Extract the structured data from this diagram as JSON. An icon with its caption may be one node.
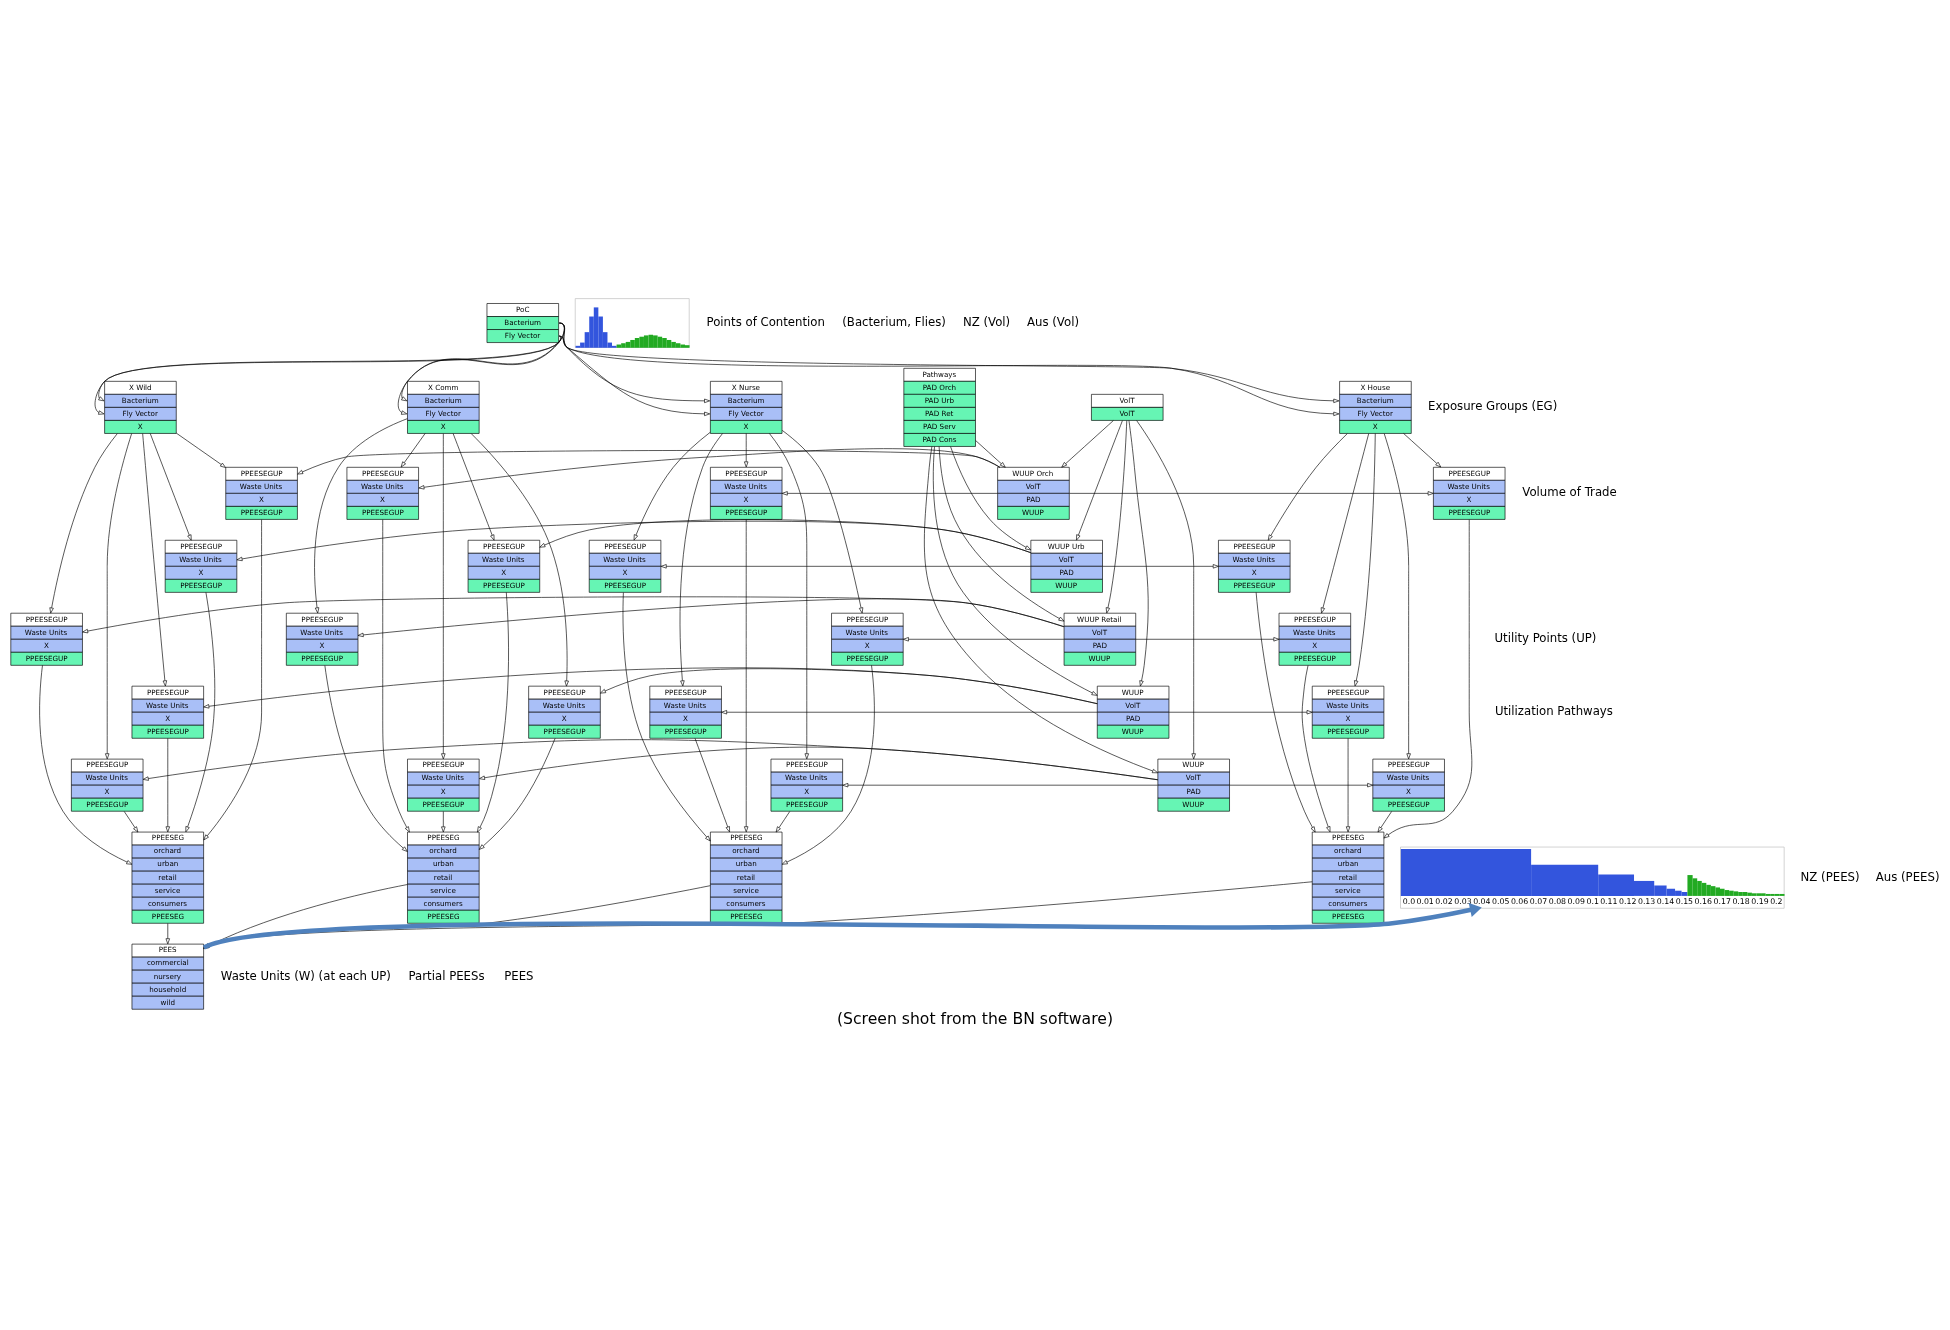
{
  "diagram": {
    "caption": "(Screen shot from the BN software)",
    "nodes": [
      {
        "text": [
          "PoC",
          "Bacterium",
          "Fly Vector"
        ]
      },
      {
        "text": [
          "X Comm",
          "Bacterium",
          "Fly Vector",
          "X"
        ]
      },
      {
        "text": [
          "X Nurse",
          "Bacterium",
          "Fly Vector",
          "X"
        ]
      },
      {
        "text": [
          "X House",
          "Bacterium",
          "Fly Vector",
          "X"
        ]
      },
      {
        "text": [
          "X Wild",
          "Bacterium",
          "Fly Vector",
          "X"
        ]
      },
      {
        "text": [],
        "shape": "picture"
      },
      {
        "text": [
          "VolT",
          "VolT"
        ]
      },
      {
        "text": [
          "Pathways",
          "PAD Orch",
          "PAD Urb",
          "PAD Ret",
          "PAD Serv",
          "PAD Cons"
        ]
      },
      {
        "text": [
          "WUUP Orch",
          "VolT",
          "PAD",
          "WUUP"
        ]
      },
      {
        "text": [
          "WUUP Urb",
          "VolT",
          "PAD",
          "WUUP"
        ]
      },
      {
        "text": [
          "WUUP Retail",
          "VolT",
          "PAD",
          "WUUP"
        ]
      },
      {
        "text": [
          "WUUP",
          "VolT",
          "PAD",
          "WUUP"
        ]
      },
      {
        "text": [
          "WUUP",
          "VolT",
          "PAD",
          "WUUP"
        ]
      },
      {
        "text": [
          "PPEESEGUP",
          "Waste Units",
          "X",
          "PPEESEGUP"
        ]
      },
      {
        "text": [
          "PPEESEGUP",
          "Waste Units",
          "X",
          "PPEESEGUP"
        ]
      },
      {
        "text": [
          "PPEESEGUP",
          "Waste Units",
          "X",
          "PPEESEGUP"
        ]
      },
      {
        "text": [
          "PPEESEGUP",
          "Waste Units",
          "X",
          "PPEESEGUP"
        ]
      },
      {
        "text": [
          "PPEESEGUP",
          "Waste Units",
          "X",
          "PPEESEGUP"
        ]
      },
      {
        "text": [
          "PPEESEGUP",
          "Waste Units",
          "X",
          "PPEESEGUP"
        ]
      },
      {
        "text": [
          "PPEESEGUP",
          "Waste Units",
          "X",
          "PPEESEGUP"
        ]
      },
      {
        "text": [
          "PPEESEGUP",
          "Waste Units",
          "X",
          "PPEESEGUP"
        ]
      },
      {
        "text": [
          "PPEESEGUP",
          "Waste Units",
          "X",
          "PPEESEGUP"
        ]
      },
      {
        "text": [
          "PPEESEGUP",
          "Waste Units",
          "X",
          "PPEESEGUP"
        ]
      },
      {
        "text": [
          "PPEESEGUP",
          "Waste Units",
          "X",
          "PPEESEGUP"
        ]
      },
      {
        "text": [
          "PPEESEGUP",
          "Waste Units",
          "X",
          "PPEESEGUP"
        ]
      },
      {
        "text": [
          "PPEESEGUP",
          "Waste Units",
          "X",
          "PPEESEGUP"
        ]
      },
      {
        "text": [
          "PPEESEGUP",
          "Waste Units",
          "X",
          "PPEESEGUP"
        ]
      },
      {
        "text": [
          "PPEESEGUP",
          "Waste Units",
          "X",
          "PPEESEGUP"
        ]
      },
      {
        "text": [
          "PPEESEGUP",
          "Waste Units",
          "X",
          "PPEESEGUP"
        ]
      },
      {
        "text": [
          "PPEESEGUP",
          "Waste Units",
          "X",
          "PPEESEGUP"
        ]
      },
      {
        "text": [
          "PPEESEGUP",
          "Waste Units",
          "X",
          "PPEESEGUP"
        ]
      },
      {
        "text": [
          "PPEESEGUP",
          "Waste Units",
          "X",
          "PPEESEGUP"
        ]
      },
      {
        "text": [
          "PPEESEGUP",
          "Waste Units",
          "X",
          "PPEESEGUP"
        ]
      },
      {
        "text": [
          "0.0",
          "0.01",
          "0.02",
          "0.03",
          "0.04",
          "0.05",
          "0.06",
          "0.07",
          "0.08",
          "0.09",
          "0.1",
          "0.11",
          "0.12",
          "0.13",
          "0.14",
          "0.15",
          "0.16",
          "0.17",
          "0.18",
          "0.19",
          "0.2"
        ]
      },
      {
        "text": [
          "PPEESEG",
          "orchard",
          "urban",
          "retail",
          "service",
          "consumers",
          "PPEESEG"
        ]
      },
      {
        "text": [
          "PPEESEG",
          "orchard",
          "urban",
          "retail",
          "service",
          "consumers",
          "PPEESEG"
        ]
      },
      {
        "text": [
          "PPEESEG",
          "orchard",
          "urban",
          "retail",
          "service",
          "consumers",
          "PPEESEG"
        ]
      },
      {
        "text": [
          "PPEESEG",
          "orchard",
          "urban",
          "retail",
          "service",
          "consumers",
          "PPEESEG"
        ]
      },
      {
        "text": [
          "PEES",
          "commercial",
          "nursery",
          "household",
          "wild"
        ]
      }
    ],
    "edges": [
      {
        "from": 0,
        "to": 1,
        "arrow": "to"
      },
      {
        "from": 0,
        "to": 1,
        "arrow": "to"
      },
      {
        "from": 0,
        "to": 2,
        "arrow": "to"
      },
      {
        "from": 0,
        "to": 2,
        "arrow": "to"
      },
      {
        "from": 0,
        "to": 3,
        "arrow": "to"
      },
      {
        "from": 0,
        "to": 3,
        "arrow": "to"
      },
      {
        "from": 0,
        "to": 4,
        "arrow": "to"
      },
      {
        "from": 0,
        "to": 4,
        "arrow": "to"
      },
      {
        "from": 6,
        "to": 8,
        "arrow": "to"
      },
      {
        "from": 6,
        "to": 9,
        "arrow": "to"
      },
      {
        "from": 6,
        "to": 10,
        "arrow": "to"
      },
      {
        "from": 6,
        "to": 11,
        "arrow": "to"
      },
      {
        "from": 6,
        "to": 12,
        "arrow": "to"
      },
      {
        "from": 7,
        "to": 8,
        "arrow": "to"
      },
      {
        "from": 7,
        "to": 9,
        "arrow": "to"
      },
      {
        "from": 7,
        "to": 10,
        "arrow": "to"
      },
      {
        "from": 7,
        "to": 11,
        "arrow": "to"
      },
      {
        "from": 7,
        "to": 12,
        "arrow": "to"
      },
      {
        "from": 8,
        "to": 13,
        "arrow": "to"
      },
      {
        "from": 8,
        "to": 14,
        "arrow": "to"
      },
      {
        "from": 8,
        "to": 15,
        "arrow": "to"
      },
      {
        "from": 8,
        "to": 16,
        "arrow": "to"
      },
      {
        "from": 9,
        "to": 17,
        "arrow": "to"
      },
      {
        "from": 9,
        "to": 18,
        "arrow": "to"
      },
      {
        "from": 9,
        "to": 19,
        "arrow": "to"
      },
      {
        "from": 9,
        "to": 20,
        "arrow": "to"
      },
      {
        "from": 10,
        "to": 21,
        "arrow": "to"
      },
      {
        "from": 10,
        "to": 22,
        "arrow": "to"
      },
      {
        "from": 10,
        "to": 23,
        "arrow": "to"
      },
      {
        "from": 10,
        "to": 24,
        "arrow": "to"
      },
      {
        "from": 11,
        "to": 25,
        "arrow": "to"
      },
      {
        "from": 11,
        "to": 26,
        "arrow": "to"
      },
      {
        "from": 11,
        "to": 27,
        "arrow": "to"
      },
      {
        "from": 11,
        "to": 28,
        "arrow": "to"
      },
      {
        "from": 12,
        "to": 29,
        "arrow": "to"
      },
      {
        "from": 12,
        "to": 30,
        "arrow": "to"
      },
      {
        "from": 12,
        "to": 31,
        "arrow": "to"
      },
      {
        "from": 12,
        "to": 32,
        "arrow": "to"
      },
      {
        "from": 1,
        "to": 13,
        "arrow": "to"
      },
      {
        "from": 1,
        "to": 17,
        "arrow": "to"
      },
      {
        "from": 1,
        "to": 21,
        "arrow": "to"
      },
      {
        "from": 1,
        "to": 25,
        "arrow": "to"
      },
      {
        "from": 1,
        "to": 29,
        "arrow": "to"
      },
      {
        "from": 2,
        "to": 14,
        "arrow": "to"
      },
      {
        "from": 2,
        "to": 18,
        "arrow": "to"
      },
      {
        "from": 2,
        "to": 22,
        "arrow": "to"
      },
      {
        "from": 2,
        "to": 26,
        "arrow": "to"
      },
      {
        "from": 2,
        "to": 30,
        "arrow": "to"
      },
      {
        "from": 3,
        "to": 15,
        "arrow": "to"
      },
      {
        "from": 3,
        "to": 19,
        "arrow": "to"
      },
      {
        "from": 3,
        "to": 23,
        "arrow": "to"
      },
      {
        "from": 3,
        "to": 27,
        "arrow": "to"
      },
      {
        "from": 3,
        "to": 31,
        "arrow": "to"
      },
      {
        "from": 4,
        "to": 16,
        "arrow": "to"
      },
      {
        "from": 4,
        "to": 20,
        "arrow": "to"
      },
      {
        "from": 4,
        "to": 24,
        "arrow": "to"
      },
      {
        "from": 4,
        "to": 28,
        "arrow": "to"
      },
      {
        "from": 4,
        "to": 32,
        "arrow": "to"
      },
      {
        "from": 13,
        "to": 34,
        "arrow": "to"
      },
      {
        "from": 17,
        "to": 34,
        "arrow": "to"
      },
      {
        "from": 21,
        "to": 34,
        "arrow": "to"
      },
      {
        "from": 25,
        "to": 34,
        "arrow": "to"
      },
      {
        "from": 29,
        "to": 34,
        "arrow": "to"
      },
      {
        "from": 14,
        "to": 35,
        "arrow": "to"
      },
      {
        "from": 18,
        "to": 35,
        "arrow": "to"
      },
      {
        "from": 22,
        "to": 35,
        "arrow": "to"
      },
      {
        "from": 26,
        "to": 35,
        "arrow": "to"
      },
      {
        "from": 30,
        "to": 35,
        "arrow": "to"
      },
      {
        "from": 15,
        "to": 36,
        "arrow": "to"
      },
      {
        "from": 19,
        "to": 36,
        "arrow": "to"
      },
      {
        "from": 23,
        "to": 36,
        "arrow": "to"
      },
      {
        "from": 27,
        "to": 36,
        "arrow": "to"
      },
      {
        "from": 31,
        "to": 36,
        "arrow": "to"
      },
      {
        "from": 16,
        "to": 37,
        "arrow": "to"
      },
      {
        "from": 20,
        "to": 37,
        "arrow": "to"
      },
      {
        "from": 24,
        "to": 37,
        "arrow": "to"
      },
      {
        "from": 28,
        "to": 37,
        "arrow": "to"
      },
      {
        "from": 32,
        "to": 37,
        "arrow": "to"
      },
      {
        "from": 34,
        "to": 38,
        "arrow": "to"
      },
      {
        "from": 35,
        "to": 38,
        "arrow": "to"
      },
      {
        "from": 36,
        "to": 38,
        "arrow": "to"
      },
      {
        "from": 37,
        "to": 38,
        "arrow": "to"
      },
      {
        "from": 38,
        "to": 33,
        "arrow": "to",
        "style": "thick",
        "color": "#4f81bd"
      }
    ],
    "labels": [
      "Points of Contention",
      "(Bacterium, Flies)",
      "NZ (Vol)",
      "Aus (Vol)",
      "Exposure Groups (EG)",
      "Volume of Trade",
      "Utility Points (UP)",
      "Utilization Pathways",
      "Waste Units (W) (at each UP)",
      "NZ (PEES)",
      "Aus (PEES)",
      "Partial PEESs",
      "PEES"
    ]
  }
}
